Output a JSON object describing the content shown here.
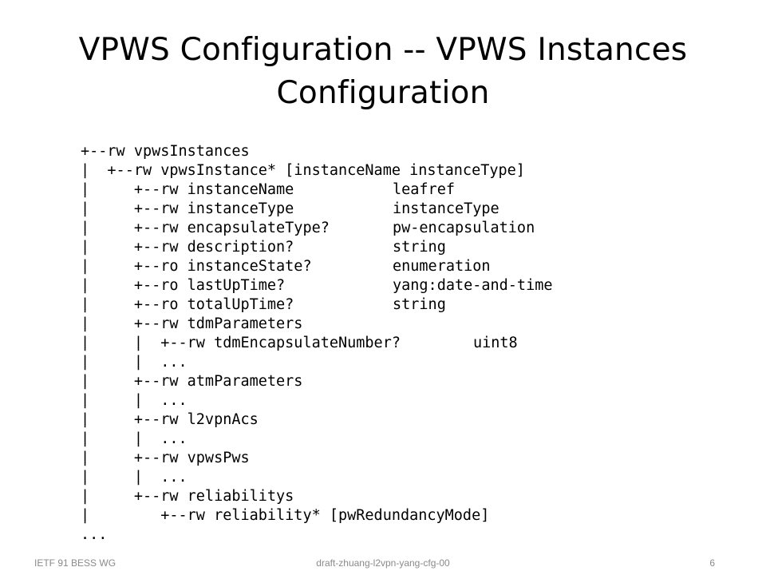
{
  "title": {
    "line1": "VPWS Configuration -- VPWS Instances",
    "line2": "Configuration"
  },
  "tree": [
    {
      "node": "+--rw vpwsInstances",
      "type": ""
    },
    {
      "node": "|  +--rw vpwsInstance* [instanceName instanceType]",
      "type": ""
    },
    {
      "node": "|     +--rw instanceName",
      "type": "leafref"
    },
    {
      "node": "|     +--rw instanceType",
      "type": "instanceType"
    },
    {
      "node": "|     +--rw encapsulateType?",
      "type": "pw-encapsulation"
    },
    {
      "node": "|     +--rw description?",
      "type": "string"
    },
    {
      "node": "|     +--ro instanceState?",
      "type": "enumeration"
    },
    {
      "node": "|     +--ro lastUpTime?",
      "type": "yang:date-and-time"
    },
    {
      "node": "|     +--ro totalUpTime?",
      "type": "string"
    },
    {
      "node": "|     +--rw tdmParameters",
      "type": ""
    },
    {
      "node": "|     |  +--rw tdmEncapsulateNumber?",
      "type": "uint8"
    },
    {
      "node": "|     |  ...",
      "type": ""
    },
    {
      "node": "|     +--rw atmParameters",
      "type": ""
    },
    {
      "node": "|     |  ...",
      "type": ""
    },
    {
      "node": "|     +--rw l2vpnAcs",
      "type": ""
    },
    {
      "node": "|     |  ...",
      "type": ""
    },
    {
      "node": "|     +--rw vpwsPws",
      "type": ""
    },
    {
      "node": "|     |  ...",
      "type": ""
    },
    {
      "node": "|     +--rw reliabilitys",
      "type": ""
    },
    {
      "node": "|        +--rw reliability* [pwRedundancyMode]",
      "type": ""
    },
    {
      "node": "...",
      "type": ""
    }
  ],
  "footer": {
    "left": "IETF 91 BESS WG",
    "center": "draft-zhuang-l2vpn-yang-cfg-00",
    "page": "6"
  }
}
